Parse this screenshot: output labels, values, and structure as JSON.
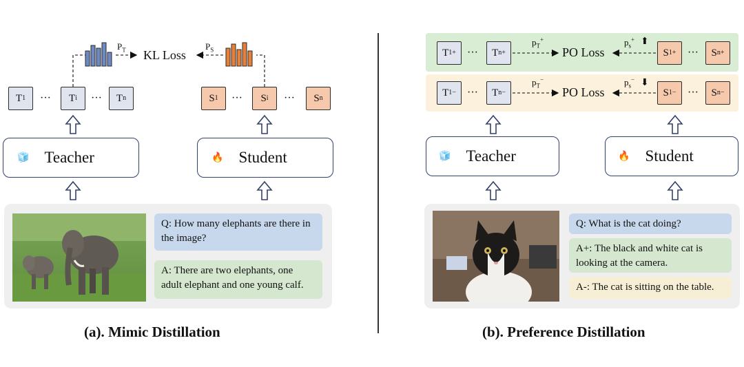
{
  "left": {
    "caption": "(a). Mimic Distillation",
    "loss_label": "KL Loss",
    "teacher_label": "Teacher",
    "student_label": "Student",
    "p_teacher": {
      "base": "P",
      "sub": "T"
    },
    "p_student": {
      "base": "P",
      "sub": "S"
    },
    "teacher_tokens": [
      {
        "base": "T",
        "sub": "1"
      },
      {
        "base": "T",
        "sub": "i"
      },
      {
        "base": "T",
        "sub": "n"
      }
    ],
    "student_tokens": [
      {
        "base": "S",
        "sub": "1"
      },
      {
        "base": "S",
        "sub": "i"
      },
      {
        "base": "S",
        "sub": "n"
      }
    ],
    "question": "Q: How many elephants are there in the image?",
    "answer": "A: There are two elephants, one adult elephant and one young calf.",
    "image_alt": "elephants"
  },
  "right": {
    "caption": "(b). Preference Distillation",
    "loss_pos": "PO Loss",
    "loss_neg": "PO Loss",
    "teacher_label": "Teacher",
    "student_label": "Student",
    "p_teacher_pos": {
      "base": "p",
      "sub": "T",
      "sup": "+"
    },
    "p_student_pos": {
      "base": "p",
      "sub": "s",
      "sup": "+"
    },
    "p_teacher_neg": {
      "base": "p",
      "sub": "T",
      "sup": "−"
    },
    "p_student_neg": {
      "base": "p",
      "sub": "s",
      "sup": "−"
    },
    "teacher_pos": [
      {
        "base": "T",
        "sub": "1",
        "sup": "+"
      },
      {
        "base": "T",
        "sub": "n",
        "sup": "+"
      }
    ],
    "student_pos": [
      {
        "base": "S",
        "sub": "1",
        "sup": "+"
      },
      {
        "base": "S",
        "sub": "n",
        "sup": "+"
      }
    ],
    "teacher_neg": [
      {
        "base": "T",
        "sub": "1",
        "sup": "−"
      },
      {
        "base": "T",
        "sub": "n",
        "sup": "−"
      }
    ],
    "student_neg": [
      {
        "base": "S",
        "sub": "1",
        "sup": "−"
      },
      {
        "base": "S",
        "sub": "n",
        "sup": "−"
      }
    ],
    "question": "Q: What is the cat doing?",
    "answer_pos": "A+: The black and white cat is looking at the camera.",
    "answer_neg": "A-: The cat is sitting on the table.",
    "image_alt": "cat"
  },
  "glyphs": {
    "dots": "···",
    "ice": "🧊",
    "fire": "🔥",
    "up_arrow": "⬆",
    "down_arrow": "⬇"
  },
  "colors": {
    "teacher_token": "#dfe4ee",
    "student_token": "#f6c9ac",
    "bar_teacher": "#6d8ac4",
    "bar_student": "#e8803a",
    "pos_band": "#d9ecd4",
    "neg_band": "#fbf1dc"
  }
}
